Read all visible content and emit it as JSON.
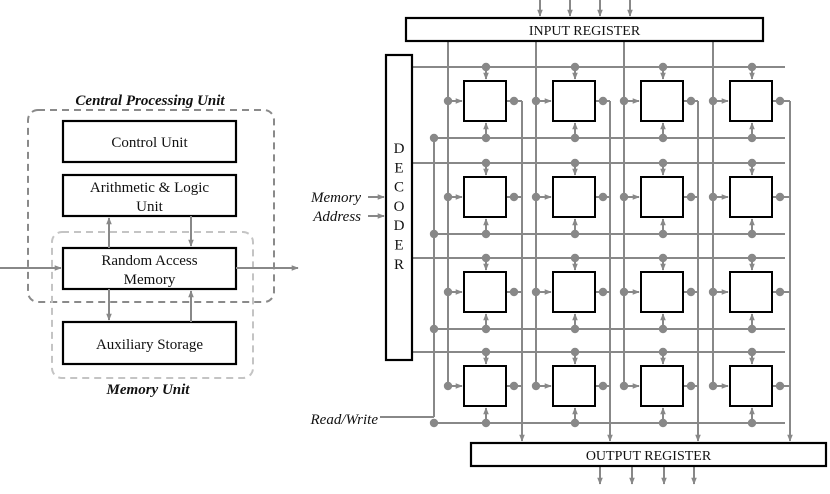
{
  "left": {
    "cpu_label": "Central Processing Unit",
    "memory_unit_label": "Memory Unit",
    "boxes": {
      "control_unit": "Control Unit",
      "alu_line1": "Arithmetic & Logic",
      "alu_line2": "Unit",
      "ram_line1": "Random Access",
      "ram_line2": "Memory",
      "aux": "Auxiliary Storage"
    }
  },
  "right": {
    "input_register": "INPUT REGISTER",
    "output_register": "OUTPUT REGISTER",
    "decoder_letters": [
      "D",
      "E",
      "C",
      "O",
      "D",
      "E",
      "R"
    ],
    "memory_label": "Memory",
    "address_label": "Address",
    "readwrite_label": "Read/Write",
    "grid": {
      "rows": 4,
      "cols": 4
    }
  },
  "colors": {
    "wire": "#888888",
    "outline": "#000000",
    "cpu_dash": "#8a8a8a",
    "memory_dash": "#c4c4c4"
  }
}
